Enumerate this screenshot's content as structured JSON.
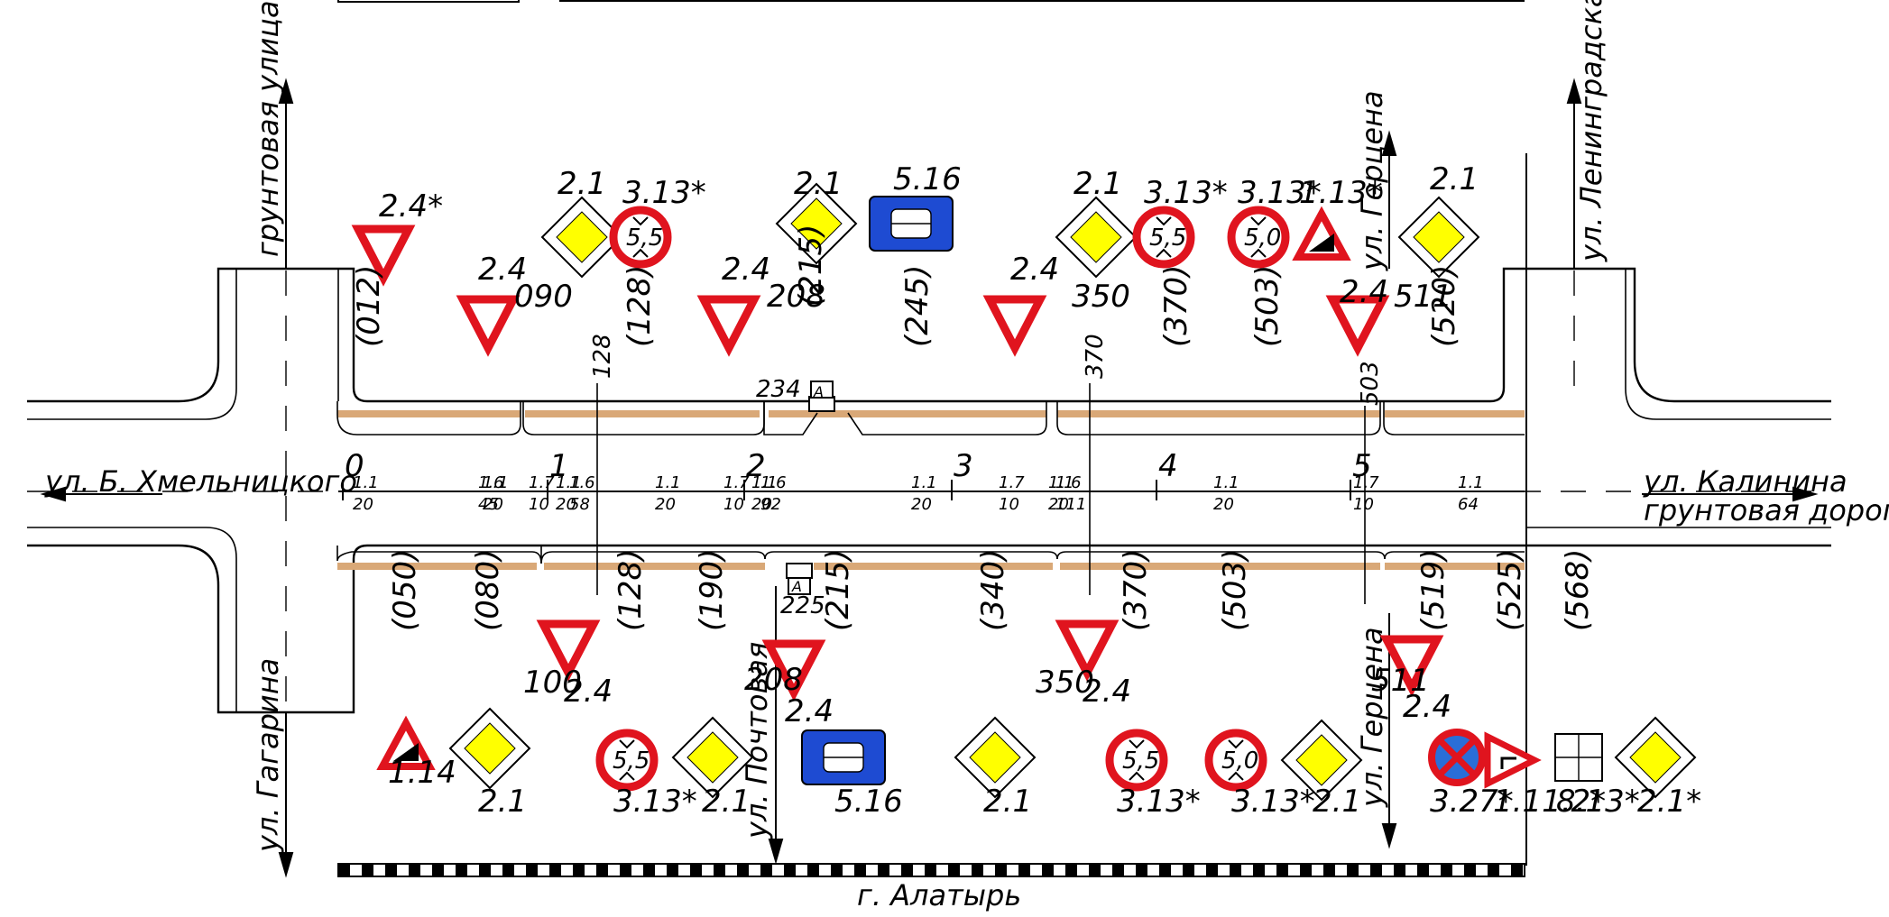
{
  "streets": {
    "khmelnitskogo": "ул. Б. Хмельницкого",
    "kalinina": "ул. Калинина",
    "gruntovaya_doroga": "грунтовая дорога",
    "gruntovaya_ulitsa": "грунтовая улица",
    "gagarina": "ул. Гагарина",
    "pochtovaya": "ул. Почтовая",
    "gertsena_top": "ул. Герцена",
    "gertsena_bottom": "ул. Герцена",
    "leningradskaya": "ул. Ленинградская",
    "city": "г. Алатырь"
  },
  "kilometers": [
    {
      "label": "0"
    },
    {
      "label": "1"
    },
    {
      "label": "2"
    },
    {
      "label": "3"
    },
    {
      "label": "4"
    },
    {
      "label": "5"
    }
  ],
  "axis_marks": [
    {
      "top": "1.1",
      "bottom": "20"
    },
    {
      "top": "1.6",
      "bottom": "45"
    },
    {
      "top": "1.1",
      "bottom": "20"
    },
    {
      "top": "1.7",
      "bottom": "10"
    },
    {
      "top": "1.1",
      "bottom": "20"
    },
    {
      "top": "1.6",
      "bottom": "58"
    },
    {
      "top": "1.1",
      "bottom": "20"
    },
    {
      "top": "1.7",
      "bottom": "10"
    },
    {
      "top": "1.1",
      "bottom": "20"
    },
    {
      "top": "1.6",
      "bottom": "92"
    },
    {
      "top": "1.1",
      "bottom": "20"
    },
    {
      "top": "1.7",
      "bottom": "10"
    },
    {
      "top": "1.1",
      "bottom": "20"
    },
    {
      "top": "1.6",
      "bottom": "111"
    },
    {
      "top": "1.1",
      "bottom": "20"
    },
    {
      "top": "1.7",
      "bottom": "10"
    },
    {
      "top": "1.1",
      "bottom": "64"
    }
  ],
  "top_signs": [
    {
      "code": "2.4*",
      "kind": "yield",
      "pos": "(012)"
    },
    {
      "code": "2.4",
      "kind": "yield",
      "pos": "090"
    },
    {
      "code": "2.1",
      "kind": "priority"
    },
    {
      "code": "3.13*",
      "kind": "height",
      "value": "5,5",
      "pos": "(128)"
    },
    {
      "code": "2.4",
      "kind": "yield",
      "pos": "208"
    },
    {
      "code": "2.1",
      "kind": "priority",
      "pos": "(215)"
    },
    {
      "code": "5.16",
      "kind": "bus",
      "pos": "(245)"
    },
    {
      "code": "2.4",
      "kind": "yield",
      "pos": "350"
    },
    {
      "code": "2.1",
      "kind": "priority"
    },
    {
      "code": "3.13*",
      "kind": "height",
      "value": "5,5",
      "pos": "(370)"
    },
    {
      "code": "3.13*",
      "kind": "height",
      "value": "5,0",
      "pos": "(503)"
    },
    {
      "code": "1.13*",
      "kind": "descent"
    },
    {
      "code": "2.4",
      "kind": "yield",
      "pos": "511"
    },
    {
      "code": "2.1",
      "kind": "priority",
      "pos": "(520)"
    }
  ],
  "bottom_signs": [
    {
      "code": "1.14",
      "kind": "ascent",
      "pos": "(050)"
    },
    {
      "code": "2.1",
      "kind": "priority",
      "pos": "(080)"
    },
    {
      "code": "2.4",
      "kind": "yield",
      "pos": "100"
    },
    {
      "code": "3.13*",
      "kind": "height",
      "value": "5,5",
      "pos": "(128)"
    },
    {
      "code": "2.1",
      "kind": "priority",
      "pos": "(190)"
    },
    {
      "code": "2.4",
      "kind": "yield",
      "pos": "208"
    },
    {
      "code": "5.16",
      "kind": "bus",
      "pos": "(215)"
    },
    {
      "code": "2.1",
      "kind": "priority",
      "pos": "(340)"
    },
    {
      "code": "2.4",
      "kind": "yield",
      "pos": "350"
    },
    {
      "code": "3.13*",
      "kind": "height",
      "value": "5,5",
      "pos": "(370)"
    },
    {
      "code": "3.13*",
      "kind": "height",
      "value": "5,0",
      "pos": "(503)"
    },
    {
      "code": "2.1",
      "kind": "priority"
    },
    {
      "code": "2.4",
      "kind": "yield",
      "pos": "511"
    },
    {
      "code": "3.27*",
      "kind": "no-stopping",
      "pos": "(519)"
    },
    {
      "code": "1.11.2*",
      "kind": "curve",
      "pos": "(525)"
    },
    {
      "code": "8.13*",
      "kind": "plate",
      "pos": "(568)"
    },
    {
      "code": "2.1*",
      "kind": "priority"
    }
  ],
  "stops": {
    "top": "234",
    "bottom": "225"
  },
  "stop_plate": "А",
  "road_marks": {
    "m128": "128",
    "m370": "370",
    "m503": "503"
  },
  "colors": {
    "yield_red": "#e0141e",
    "priority_yellow": "#ffff00",
    "bus_blue": "#1e4bd2",
    "walkway": "#d9a877"
  }
}
